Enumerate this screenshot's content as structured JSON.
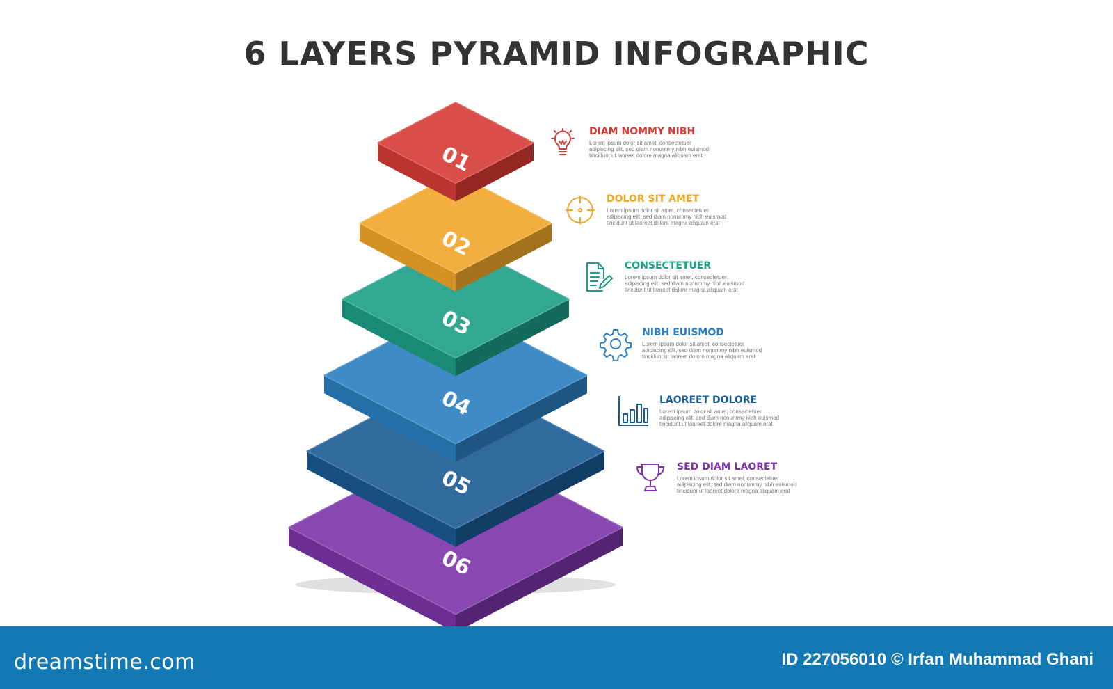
{
  "title": "6 LAYERS PYRAMID INFOGRAPHIC",
  "layers": [
    {
      "number": "01",
      "heading": "DIAM NOMMY NIBH",
      "text": "Lorem ipsum dolor sit amet, consectetuer adipiscing elit, sed diam nonummy nibh euismod tincidunt ut laoreet dolore magna aliquam erat",
      "icon": "lightbulb-icon",
      "color": "#d63a35"
    },
    {
      "number": "02",
      "heading": "DOLOR SIT AMET",
      "text": "Lorem ipsum dolor sit amet, consectetuer adipiscing elit, sed diam nonummy nibh euismod tincidunt ut laoreet dolore magna aliquam erat",
      "icon": "target-icon",
      "color": "#f1a62a"
    },
    {
      "number": "03",
      "heading": "CONSECTETUER",
      "text": "Lorem ipsum dolor sit amet, consectetuer adipiscing elit, sed diam nonummy nibh euismod tincidunt ut laoreet dolore magna aliquam erat",
      "icon": "document-edit-icon",
      "color": "#1b9d86"
    },
    {
      "number": "04",
      "heading": "NIBH EUISMOD",
      "text": "Lorem ipsum dolor sit amet, consectetuer adipiscing elit, sed diam nonummy nibh euismod tincidunt ut laoreet dolore magna aliquam erat",
      "icon": "gear-icon",
      "color": "#2a7ec0"
    },
    {
      "number": "05",
      "heading": "LAOREET DOLORE",
      "text": "Lorem ipsum dolor sit amet, consectetuer adipiscing elit, sed diam nonummy nibh euismod tincidunt ut laoreet dolore magna aliquam erat",
      "icon": "bar-chart-icon",
      "color": "#1a5a93"
    },
    {
      "number": "06",
      "heading": "SED DIAM LAORET",
      "text": "Lorem ipsum dolor sit amet, consectetuer adipiscing elit, sed diam nonummy nibh euismod tincidunt ut laoreet dolore magna aliquam erat",
      "icon": "trophy-icon",
      "color": "#7c34a8"
    }
  ],
  "footer": {
    "brand": "dreamstime.com",
    "credit": "ID 227056010 © Irfan Muhammad Ghani"
  }
}
